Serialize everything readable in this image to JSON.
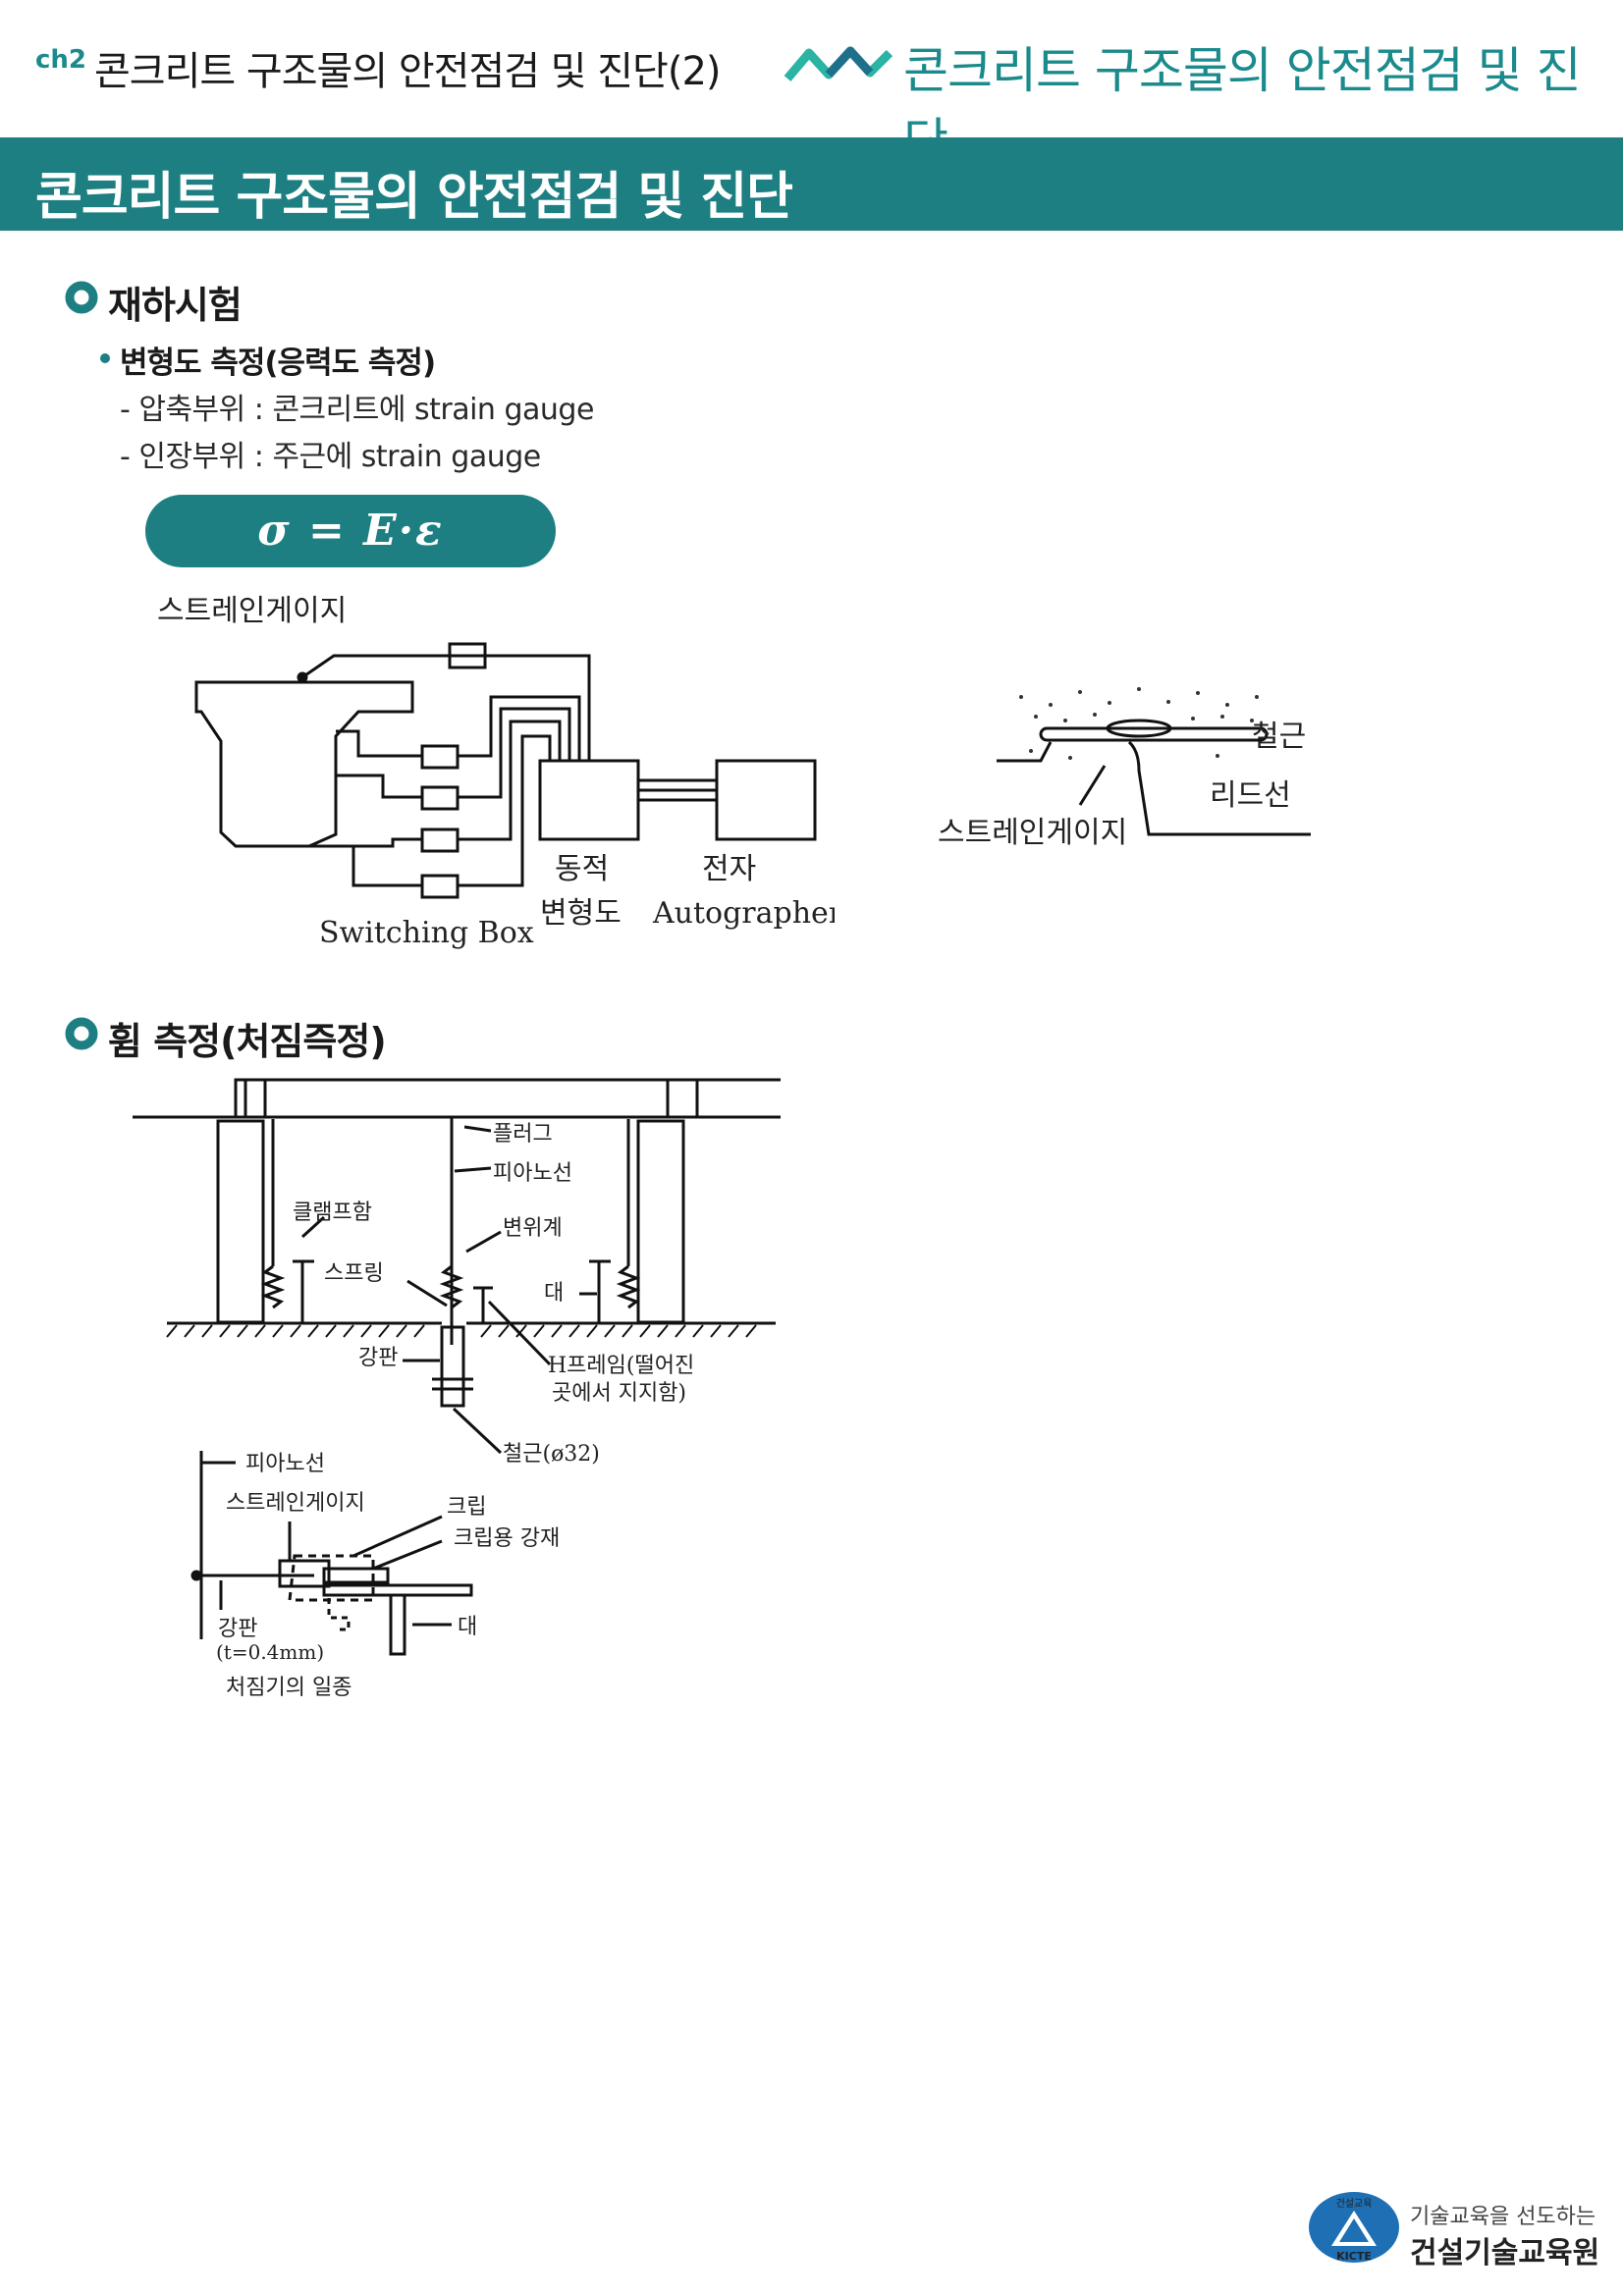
{
  "header": {
    "chapter": "ch2",
    "title": "콘크리트 구조물의 안전점검 및 진단(2)",
    "right_title": "콘크리트 구조물의 안전점검 및 진단"
  },
  "banner": {
    "title": "콘크리트 구조물의 안전점검 및 진단"
  },
  "section1": {
    "title": "재하시험",
    "bullet": "변형도 측정(응력도 측정)",
    "lines": [
      "- 압축부위 : 콘크리트에 strain gauge",
      "- 인장부위 : 주근에 strain gauge"
    ],
    "formula": "σ = E·ε",
    "diagram_left": {
      "label_gauge": "스트레인게이지",
      "label_switch": "Switching Box",
      "label_dynamic_1": "동적",
      "label_dynamic_2": "변형도",
      "label_electronic_1": "전자",
      "label_electronic_2": "Autographer"
    },
    "diagram_right": {
      "label_rebar": "철근",
      "label_lead": "리드선",
      "label_gauge": "스트레인게이지"
    }
  },
  "section2": {
    "title": "휨 측정(처짐즉정)",
    "diagram_top": {
      "plug": "플러그",
      "piano_wire": "피아노선",
      "clamp": "클램프함",
      "gauge": "변위계",
      "spring": "스프링",
      "stand": "대",
      "steel_plate": "강판",
      "hframe_1": "H프레임(떨어진",
      "hframe_2": "곳에서 지지함)",
      "rebar": "철근(ø32)"
    },
    "diagram_bottom": {
      "piano_wire": "피아노선",
      "strain_gauge": "스트레인게이지",
      "clip": "크립",
      "clip_steel": "크립용 강재",
      "steel_plate": "강판",
      "thickness": "(t=0.4mm)",
      "stand": "대",
      "caption": "처짐기의 일종"
    }
  },
  "footer": {
    "logo_text_top": "건설교육",
    "logo_text_bottom": "KICTE",
    "line1": "기술교육을 선도하는",
    "line2": "건설기술교육원"
  },
  "colors": {
    "accent": "#1e7f82",
    "accent_light": "#1b8a8c"
  }
}
